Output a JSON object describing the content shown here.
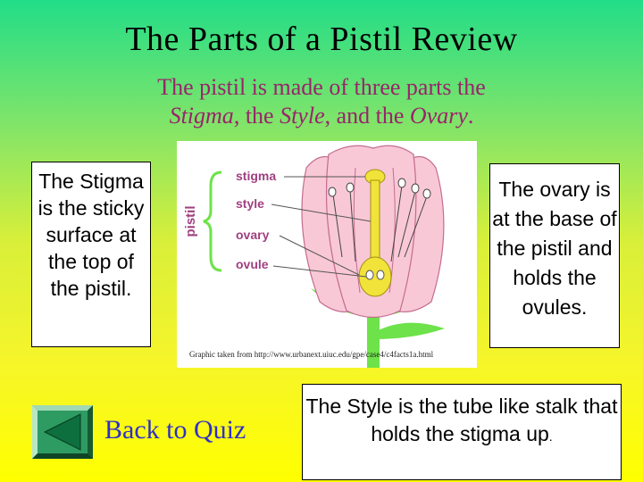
{
  "title": "The Parts of a Pistil Review",
  "subtitle": {
    "line1": "The pistil is made of three parts the",
    "stigma": "Stigma",
    "sep1": ", the ",
    "style": "Style",
    "sep2": ", and the ",
    "ovary": "Ovary",
    "end": "."
  },
  "stigma_box": "The Stigma is the sticky surface at the top of the pistil.",
  "ovary_box": "The ovary is at the base of the pistil and holds the ovules.",
  "style_box": {
    "text": "The Style is the tube like stalk that holds the stigma up",
    "end": "."
  },
  "figure": {
    "bracket_label": "pistil",
    "labels": [
      "stigma",
      "style",
      "ovary",
      "ovule"
    ],
    "credit": "Graphic taken from http://www.urbanext.uiuc.edu/gpe/case4/c4facts1a.html"
  },
  "back_link": "Back to Quiz",
  "colors": {
    "subtitle": "#99246a",
    "label": "#a04080",
    "petal": "#f9c8d6",
    "stem": "#6ee24a",
    "pistil": "#f2e33a",
    "link": "#3030c8"
  },
  "icons": {
    "back": "left-triangle-icon"
  }
}
